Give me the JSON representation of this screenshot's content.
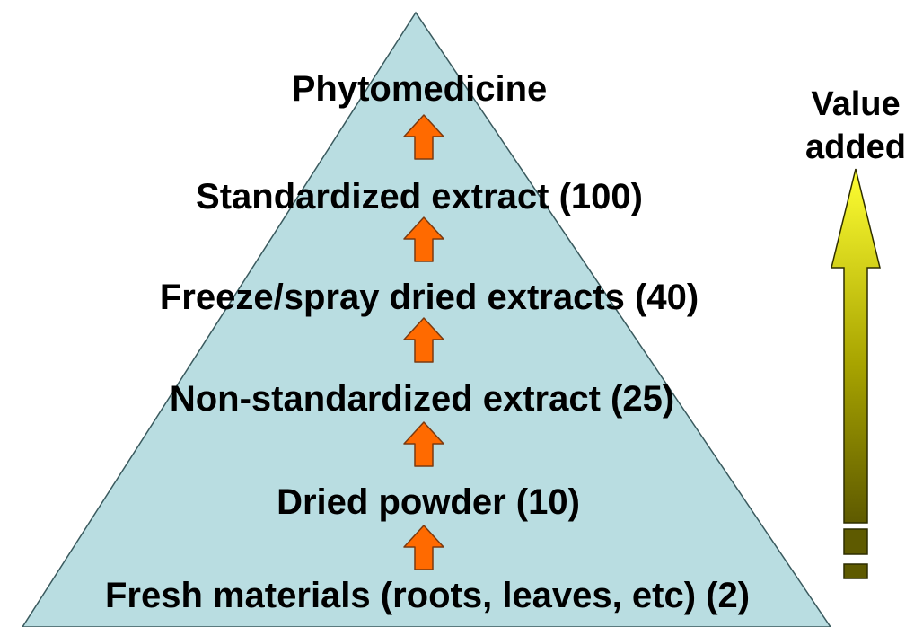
{
  "title": "Phytomedicine",
  "levels": [
    {
      "label": "Standardized extract (100)"
    },
    {
      "label": "Freeze/spray dried extracts (40)"
    },
    {
      "label": "Non-standardized extract (25)"
    },
    {
      "label": "Dried powder (10)"
    },
    {
      "label": "Fresh materials (roots, leaves, etc) (2)"
    }
  ],
  "value_arrow": {
    "line1": "Value",
    "line2": "added"
  },
  "colors": {
    "pyramid_fill": "#b9dde1",
    "pyramid_stroke": "#3a5a5e",
    "step_arrow_fill": "#ff6a00",
    "step_arrow_stroke": "#7a3a10",
    "value_arrow_top": "#ffff33",
    "value_arrow_bottom": "#5e5a00"
  }
}
